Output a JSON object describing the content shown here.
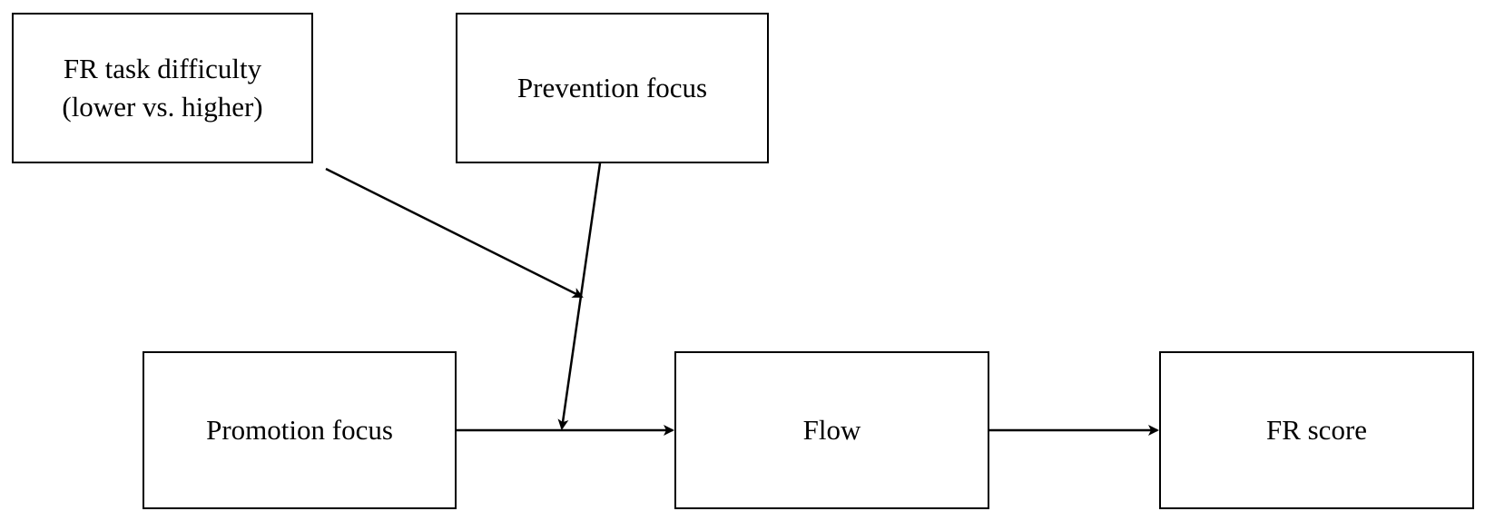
{
  "nodes": {
    "difficulty": {
      "label": "FR task difficulty\n(lower vs. higher)"
    },
    "prevention": {
      "label": "Prevention focus"
    },
    "promotion": {
      "label": "Promotion focus"
    },
    "flow": {
      "label": "Flow"
    },
    "fr_score": {
      "label": "FR score"
    }
  },
  "edges": [
    {
      "from": "promotion",
      "to": "flow"
    },
    {
      "from": "flow",
      "to": "fr_score"
    },
    {
      "from": "prevention",
      "to": "promotion-flow path"
    },
    {
      "from": "difficulty",
      "to": "prevention moderation path"
    }
  ],
  "colors": {
    "stroke": "#000000",
    "background": "#ffffff"
  }
}
